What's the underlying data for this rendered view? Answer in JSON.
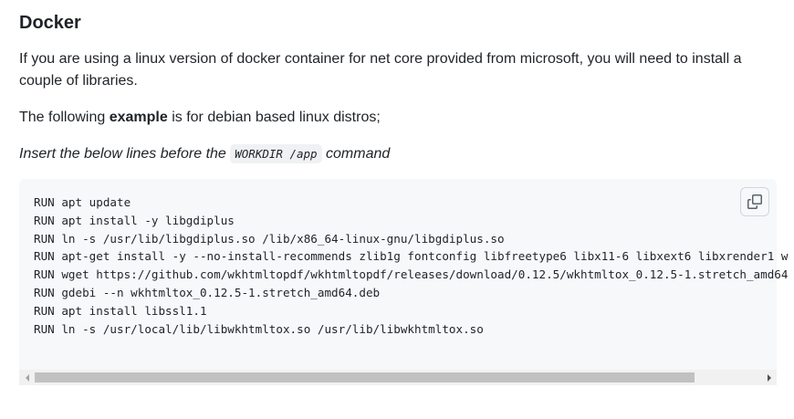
{
  "section": {
    "heading": "Docker",
    "intro": "If you are using a linux version of docker container for net core provided from microsoft, you will need to install a couple of libraries.",
    "example_prefix": "The following ",
    "example_bold": "example",
    "example_suffix": " is for debian based linux distros;",
    "instruction_prefix": "Insert the below lines before the ",
    "instruction_code": "WORKDIR /app",
    "instruction_suffix": " command"
  },
  "code_block": {
    "lines": [
      "RUN apt update",
      "RUN apt install -y libgdiplus",
      "RUN ln -s /usr/lib/libgdiplus.so /lib/x86_64-linux-gnu/libgdiplus.so",
      "RUN apt-get install -y --no-install-recommends zlib1g fontconfig libfreetype6 libx11-6 libxext6 libxrender1 w",
      "RUN wget https://github.com/wkhtmltopdf/wkhtmltopdf/releases/download/0.12.5/wkhtmltox_0.12.5-1.stretch_amd64",
      "RUN gdebi --n wkhtmltox_0.12.5-1.stretch_amd64.deb",
      "RUN apt install libssl1.1",
      "RUN ln -s /usr/local/lib/libwkhtmltox.so /usr/lib/libwkhtmltox.so"
    ],
    "copy_icon": "copy-icon"
  }
}
